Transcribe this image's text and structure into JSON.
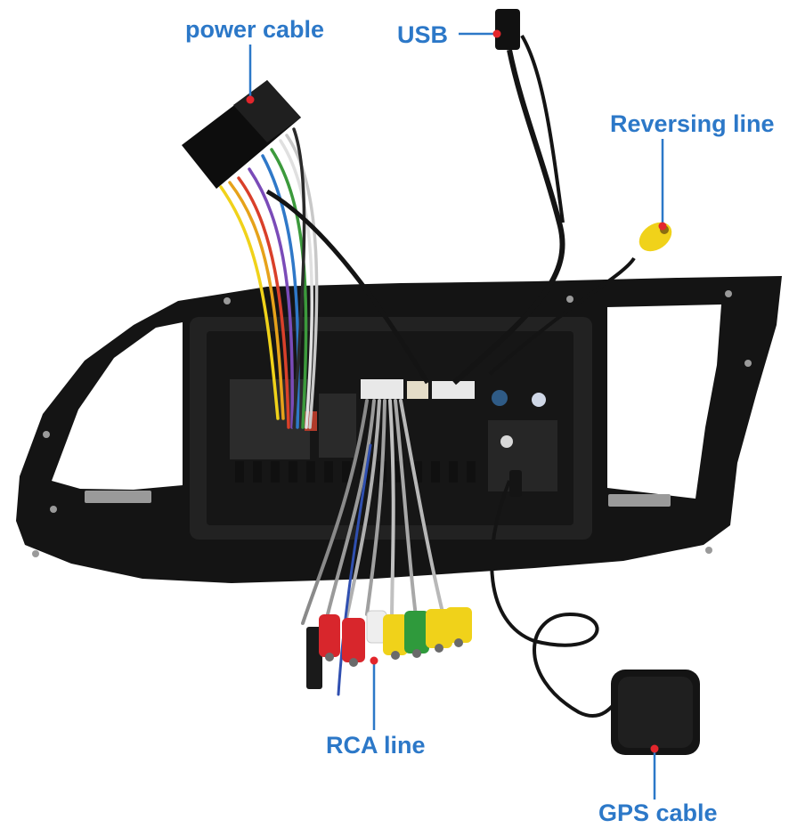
{
  "labels": {
    "power_cable": "power cable",
    "usb": "USB",
    "reversing_line": "Reversing line",
    "rca_line": "RCA line",
    "gps_cable": "GPS cable"
  },
  "colors": {
    "label_text": "#2c78c8",
    "leader_line": "#2c78c8",
    "marker_dot": "#e3262c",
    "frame": "#141414",
    "rca_red": "#d8262c",
    "rca_yellow": "#f0d21a",
    "rca_green": "#2f9a3c",
    "rca_white": "#eeeeee"
  }
}
